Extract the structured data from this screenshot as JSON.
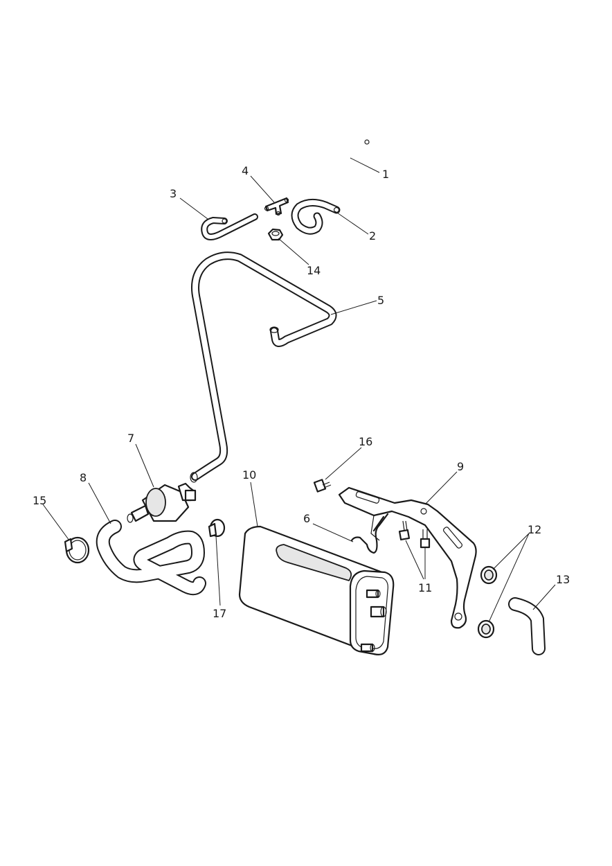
{
  "callouts": [
    {
      "id": "1",
      "label": "1",
      "part": "hose-1"
    },
    {
      "id": "2",
      "label": "2",
      "part": "hose-2"
    },
    {
      "id": "3",
      "label": "3",
      "part": "hose-3"
    },
    {
      "id": "4",
      "label": "4",
      "part": "t-connector"
    },
    {
      "id": "5",
      "label": "5",
      "part": "hose-5"
    },
    {
      "id": "6",
      "label": "6",
      "part": "wire-clip"
    },
    {
      "id": "7",
      "label": "7",
      "part": "purge-valve"
    },
    {
      "id": "8",
      "label": "8",
      "part": "hose-8"
    },
    {
      "id": "9",
      "label": "9",
      "part": "canister-bracket"
    },
    {
      "id": "10",
      "label": "10",
      "part": "charcoal-canister"
    },
    {
      "id": "11",
      "label": "11",
      "part": "bolts"
    },
    {
      "id": "12",
      "label": "12",
      "part": "grommets"
    },
    {
      "id": "13",
      "label": "13",
      "part": "hose-13"
    },
    {
      "id": "14",
      "label": "14",
      "part": "nut"
    },
    {
      "id": "15",
      "label": "15",
      "part": "hose-clip-large"
    },
    {
      "id": "16",
      "label": "16",
      "part": "screw"
    },
    {
      "id": "17",
      "label": "17",
      "part": "hose-clip-small"
    }
  ]
}
